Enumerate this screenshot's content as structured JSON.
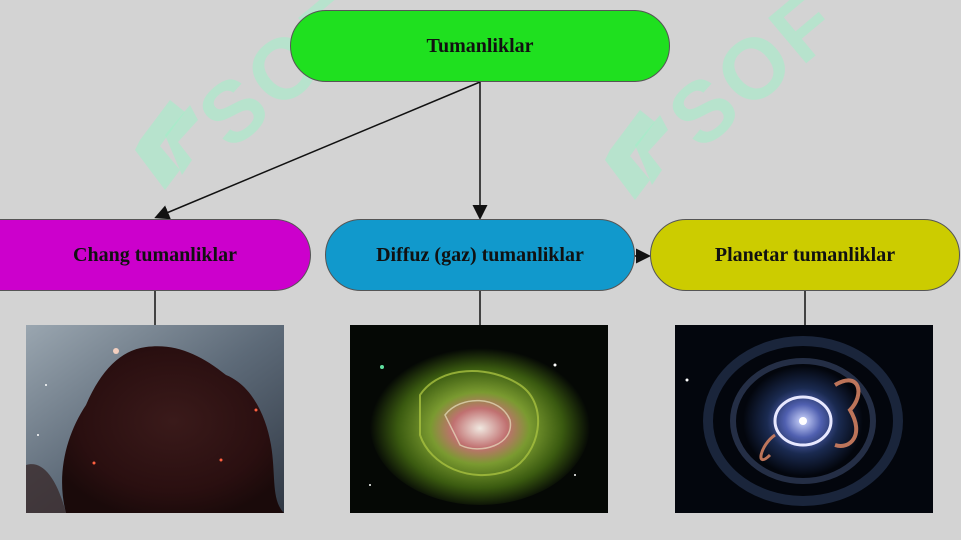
{
  "colors": {
    "background": "#d3d3d3",
    "root_fill": "#1fe01f",
    "chang_fill": "#cc00cc",
    "diffuz_fill": "#1199cc",
    "planetar_fill": "#cccc00",
    "watermark": "#a0f0c8"
  },
  "diagram": {
    "root": {
      "label": "Tumanliklar"
    },
    "children": [
      {
        "label": "Chang tumanliklar",
        "image": "horsehead-nebula-photo"
      },
      {
        "label": "Diffuz (gaz) tumanliklar",
        "image": "green-emission-nebula-photo"
      },
      {
        "label": "Planetar tumanliklar",
        "image": "cats-eye-nebula-photo"
      }
    ]
  },
  "watermark": {
    "text": "SOF"
  }
}
